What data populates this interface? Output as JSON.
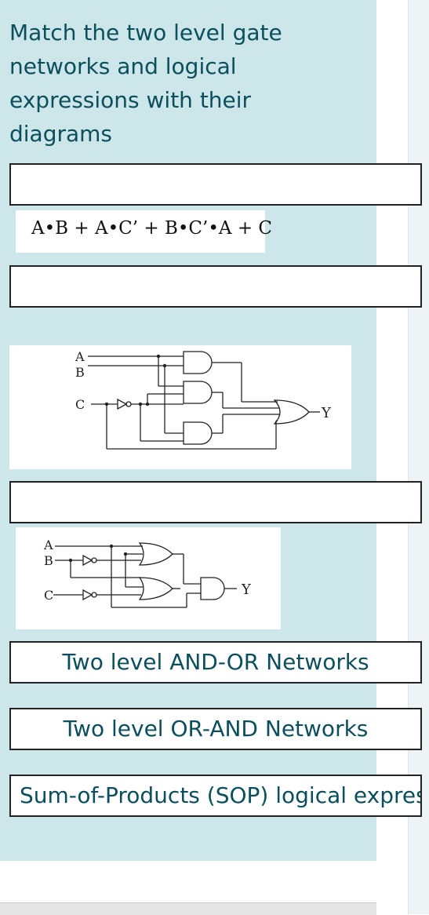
{
  "question": {
    "text": "Match the two level gate networks and logical expressions with their diagrams"
  },
  "expression_image": {
    "text": "A•B + A•C’ + B•C’•A + C"
  },
  "circuit1": {
    "label_a": "A",
    "label_b": "B",
    "label_c": "C",
    "label_y": "Y"
  },
  "circuit2": {
    "label_a": "A",
    "label_b": "B",
    "label_c": "C",
    "label_y": "Y"
  },
  "answers": [
    {
      "label": "Two level AND-OR Networks"
    },
    {
      "label": "Two level OR-AND Networks"
    },
    {
      "label": "Sum-of-Products (SOP) logical expression"
    }
  ],
  "colors": {
    "panel_bg": "#cde6ea",
    "text": "#0b4f5c",
    "border": "#222222"
  }
}
